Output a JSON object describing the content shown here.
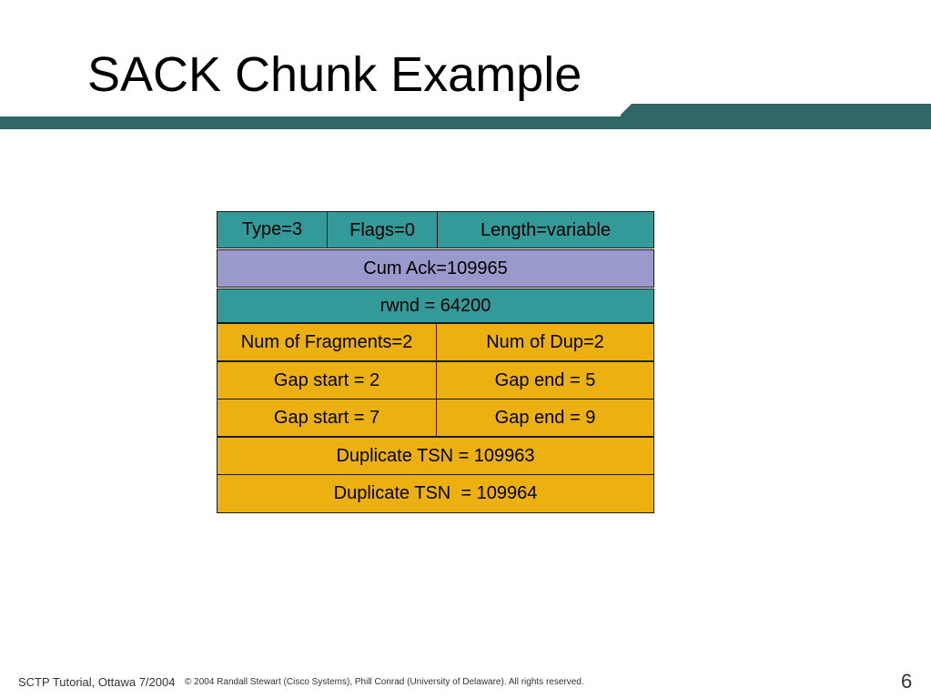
{
  "slide": {
    "title": "SACK Chunk Example",
    "accent_color": "#336666"
  },
  "packet": {
    "type": "Type=3",
    "flags": "Flags=0",
    "length": "Length=variable",
    "cum_ack": "Cum Ack=109965",
    "rwnd": "rwnd = 64200",
    "num_fragments": "Num of Fragments=2",
    "num_dup": "Num of Dup=2",
    "gap_blocks": [
      {
        "start": "Gap start = 2",
        "end": "Gap end = 5"
      },
      {
        "start": "Gap start = 7",
        "end": "Gap end = 9"
      }
    ],
    "duplicate_tsns": [
      "Duplicate TSN = 109963",
      "Duplicate TSN  = 109964"
    ]
  },
  "colors": {
    "header_field": "#339999",
    "cum_ack_field": "#9999cc",
    "report_field": "#ecb010"
  },
  "footer": {
    "left": "SCTP Tutorial, Ottawa 7/2004",
    "copyright": "© 2004 Randall Stewart (Cisco Systems), Phill Conrad (University of Delaware). All rights reserved.",
    "page_number": "6"
  }
}
